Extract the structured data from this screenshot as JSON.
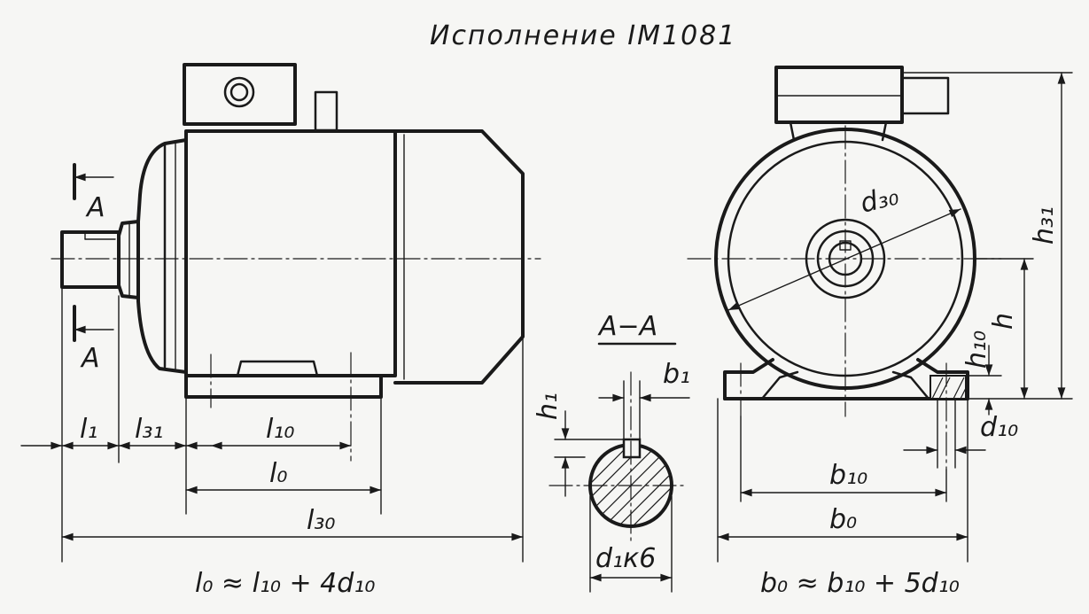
{
  "title": "Исполнение IM1081",
  "section_view": {
    "title": "A−A",
    "shaft_label": "d₁к6"
  },
  "cut_labels": [
    "A",
    "A"
  ],
  "dimensions": {
    "l1": "l₁",
    "l31": "l₃₁",
    "l10": "l₁₀",
    "l0": "l₀",
    "l30": "l₃₀",
    "b1": "b₁",
    "h1": "h₁",
    "d30": "d₃₀",
    "h31": "h₃₁",
    "h": "h",
    "h10": "h₁₀",
    "d10": "d₁₀",
    "b10": "b₁₀",
    "b0": "b₀"
  },
  "formulas": {
    "length": "l₀ ≈ l₁₀ + 4d₁₀",
    "width": "b₀ ≈ b₁₀ + 5d₁₀"
  }
}
